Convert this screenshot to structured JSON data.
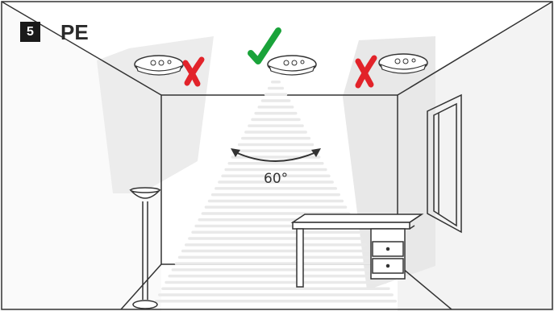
{
  "step": {
    "number": "5",
    "title": "PE"
  },
  "detectors": [
    {
      "name": "left",
      "status": "wrong",
      "mark": "✗"
    },
    {
      "name": "center",
      "status": "correct",
      "mark": "✓"
    },
    {
      "name": "right",
      "status": "wrong",
      "mark": "✗"
    }
  ],
  "angle_label": "60°",
  "colors": {
    "correct": "#1aa33a",
    "wrong": "#e2232a",
    "line": "#333333",
    "light_beam": "#e9e9e9",
    "wall_shade": "#f2f2f2"
  },
  "icons": [
    "smoke-detector-icon",
    "check-icon",
    "cross-icon",
    "floor-lamp-icon",
    "desk-icon",
    "window-icon"
  ]
}
